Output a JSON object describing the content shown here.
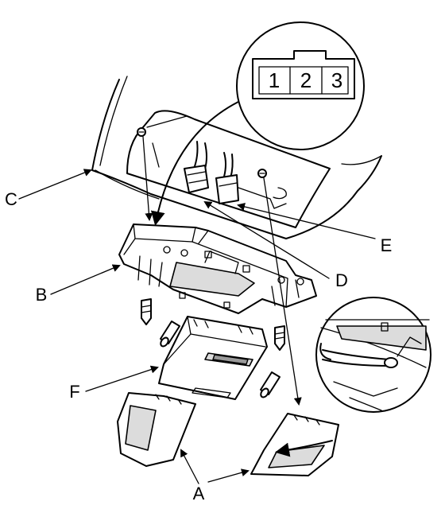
{
  "connector": {
    "pins": [
      "1",
      "2",
      "3"
    ]
  },
  "labels": {
    "A": "A",
    "B": "B",
    "C": "C",
    "D": "D",
    "E": "E",
    "F": "F"
  }
}
